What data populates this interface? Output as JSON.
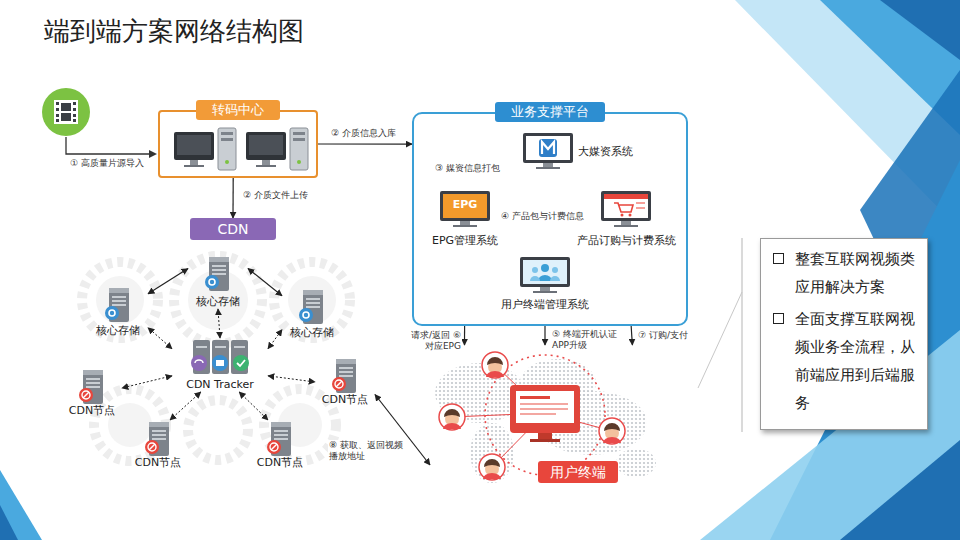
{
  "diagram": {
    "title": "端到端方案网络结构图",
    "nodes": [
      {
        "text": [
          "转码中心"
        ]
      },
      {
        "text": [
          "CDN"
        ]
      },
      {
        "text": [
          "业务支撑平台"
        ]
      },
      {
        "text": [
          "大媒资系统"
        ],
        "in": 2
      },
      {
        "text": [
          "EPG",
          "EPG管理系统"
        ],
        "in": 2
      },
      {
        "text": [
          "产品订购与计费系统"
        ],
        "in": 2
      },
      {
        "text": [
          "用户终端管理系统"
        ],
        "in": 2
      },
      {
        "text": [
          "核心存储"
        ]
      },
      {
        "text": [
          "核心存储"
        ]
      },
      {
        "text": [
          "核心存储"
        ]
      },
      {
        "text": [
          "CDN Tracker"
        ]
      },
      {
        "text": [
          "CDN节点"
        ]
      },
      {
        "text": [
          "CDN节点"
        ]
      },
      {
        "text": [
          "CDN节点"
        ]
      },
      {
        "text": [
          "CDN节点"
        ]
      },
      {
        "text": [
          "用户终端"
        ]
      },
      {
        "text": [
          "整套互联网视频类应用解决方案",
          "全面支撑互联网视频业务全流程，从前端应用到后端服务"
        ]
      }
    ],
    "edges": [
      {
        "from": 0,
        "to": 2,
        "arrow": "to",
        "label": "② 介质信息入库"
      },
      {
        "from": 0,
        "to": 1,
        "arrow": "to",
        "label": "② 介质文件上传"
      },
      {
        "from": 3,
        "to": 4,
        "arrow": "to",
        "label": "③ 媒资信息打包"
      },
      {
        "from": 5,
        "to": 4,
        "arrow": "to",
        "label": "④ 产品包与计费信息"
      },
      {
        "from": 7,
        "to": 8,
        "arrow": "both"
      },
      {
        "from": 7,
        "to": 9,
        "arrow": "both"
      },
      {
        "from": 10,
        "to": 7,
        "arrow": "both"
      },
      {
        "from": 10,
        "to": 8,
        "arrow": "both"
      },
      {
        "from": 10,
        "to": 9,
        "arrow": "both"
      },
      {
        "from": 10,
        "to": 11,
        "arrow": "both"
      },
      {
        "from": 10,
        "to": 12,
        "arrow": "both"
      },
      {
        "from": 10,
        "to": 13,
        "arrow": "both"
      },
      {
        "from": 10,
        "to": 14,
        "arrow": "both"
      },
      {
        "from": 4,
        "to": 15,
        "arrow": "both",
        "label": "请求/返回 ⑥ 对应EPG"
      },
      {
        "from": 6,
        "to": 15,
        "arrow": "both",
        "label": "⑤ 终端开机认证 APP升级"
      },
      {
        "from": 5,
        "to": 15,
        "arrow": "both",
        "label": "⑦ 订购/支付"
      },
      {
        "from": 12,
        "to": 15,
        "arrow": "both",
        "label": "⑧ 获取、返回视频 播放地址"
      }
    ],
    "labels": [
      "① 高质量片源导入"
    ]
  }
}
